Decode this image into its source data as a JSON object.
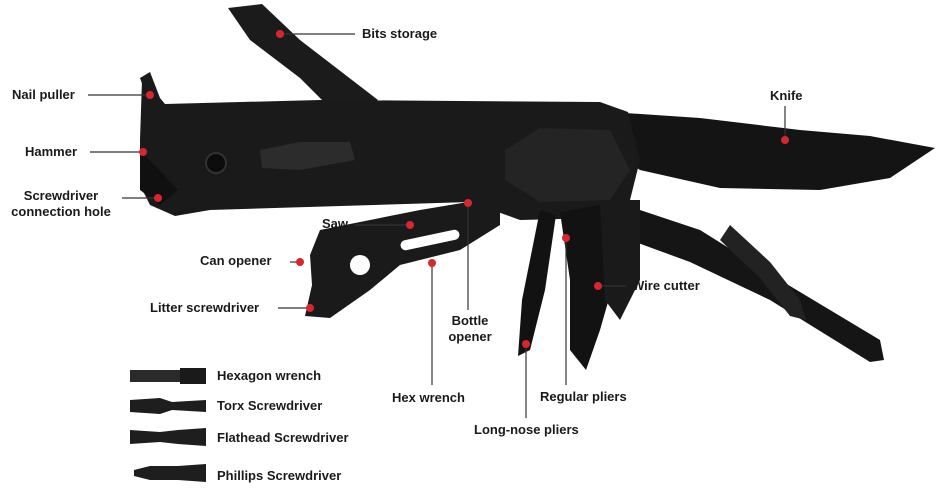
{
  "colors": {
    "accent": "#d7262e",
    "tool": "#161616",
    "text": "#1a1a1a"
  },
  "labels": {
    "bits_storage": "Bits storage",
    "nail_puller": "Nail puller",
    "hammer": "Hammer",
    "screwdriver_hole_line1": "Screwdriver",
    "screwdriver_hole_line2": "connection hole",
    "knife": "Knife",
    "saw": "Saw",
    "can_opener": "Can opener",
    "litter_screwdriver": "Litter screwdriver",
    "bottle_opener_line1": "Bottle",
    "bottle_opener_line2": "opener",
    "hex_wrench": "Hex wrench",
    "regular_pliers": "Regular pliers",
    "long_nose_pliers": "Long-nose pliers",
    "wire_cutter": "Wire cutter"
  },
  "bits": [
    {
      "label": "Hexagon wrench"
    },
    {
      "label": "Torx Screwdriver"
    },
    {
      "label": "Flathead Screwdriver"
    },
    {
      "label": "Phillips Screwdriver"
    }
  ]
}
